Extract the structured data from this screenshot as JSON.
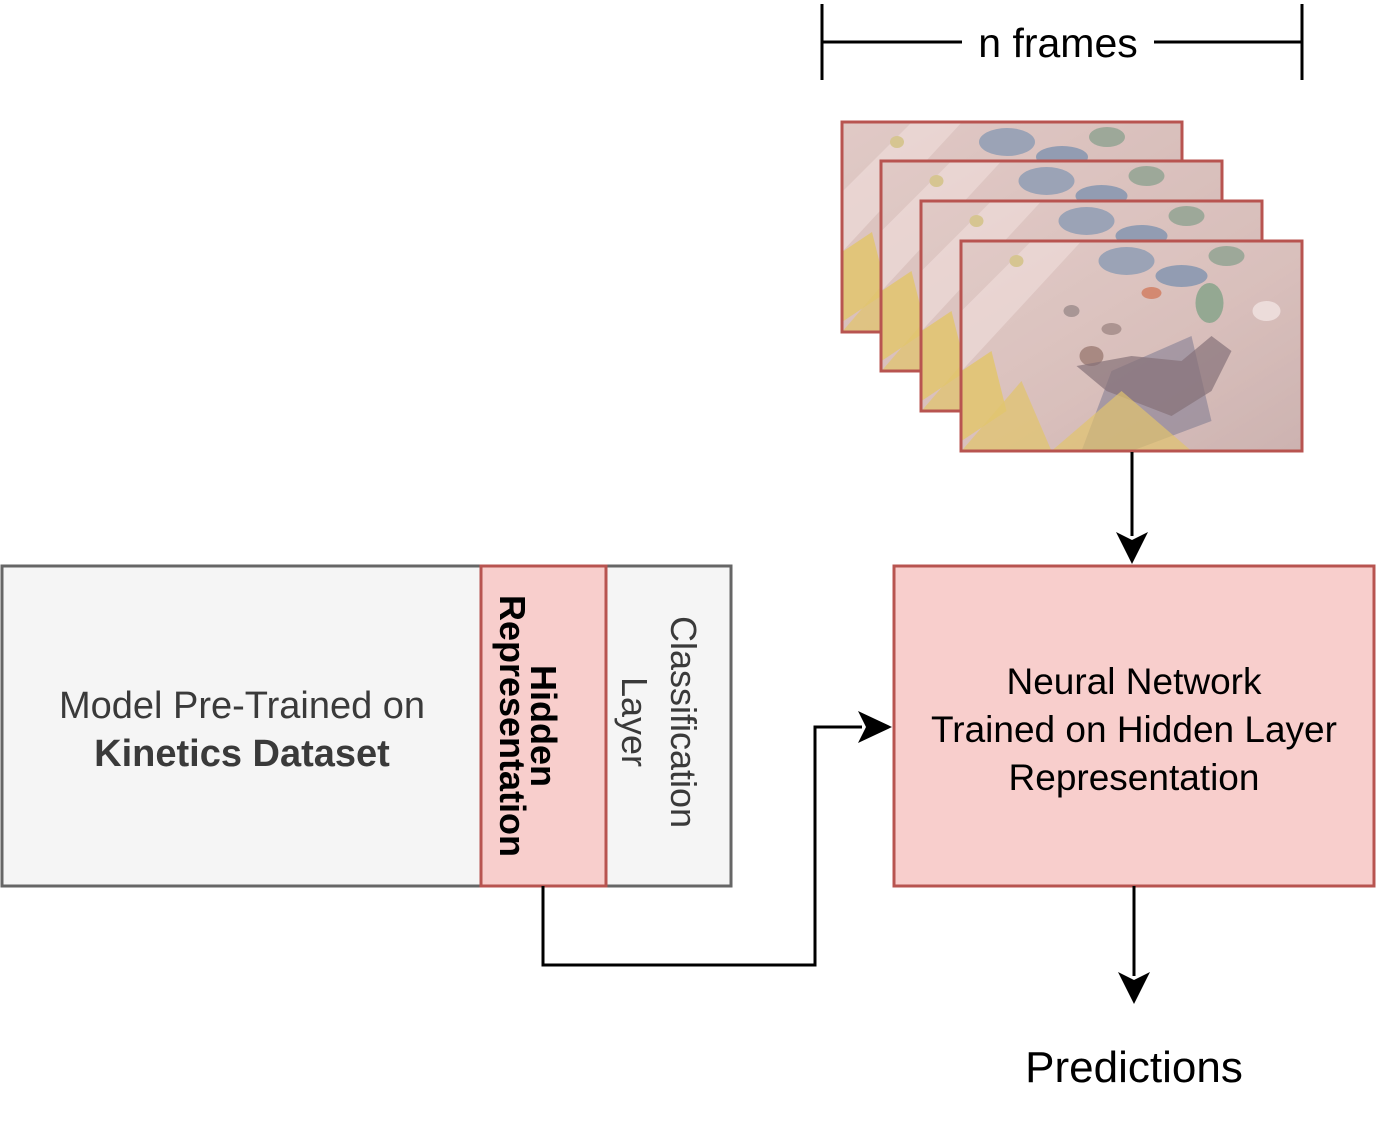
{
  "frames": {
    "label": "n frames",
    "count": 4,
    "border_color": "#b85450",
    "tint": "#f8cecc"
  },
  "pretrained_model": {
    "line1": "Model Pre-Trained on",
    "line2": "Kinetics Dataset",
    "fill": "#f5f5f5",
    "stroke": "#666666"
  },
  "hidden_representation": {
    "line1": "Hidden",
    "line2": "Representation",
    "fill": "#f8cecc",
    "stroke": "#b85450"
  },
  "classification_layer": {
    "line1": "Classification",
    "line2": "Layer",
    "fill": "#f5f5f5",
    "stroke": "#666666"
  },
  "neural_network": {
    "line1": "Neural Network",
    "line2": "Trained on Hidden Layer",
    "line3": "Representation",
    "fill": "#f8cecc",
    "stroke": "#b85450"
  },
  "predictions": {
    "label": "Predictions"
  }
}
